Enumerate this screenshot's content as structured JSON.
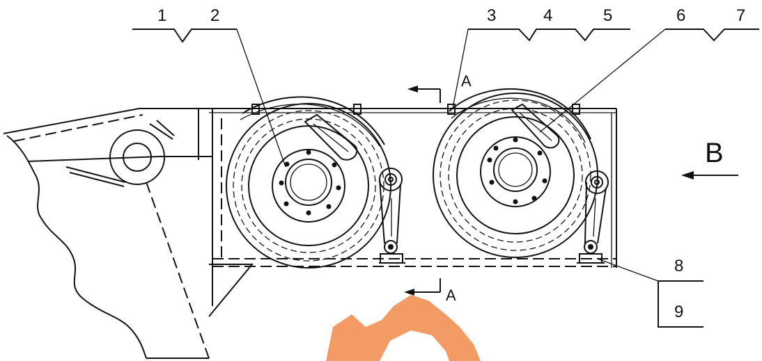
{
  "labels": {
    "l1": "1",
    "l2": "2",
    "l3": "3",
    "l4": "4",
    "l5": "5",
    "l6": "6",
    "l7": "7",
    "l8": "8",
    "l9": "9"
  },
  "section": {
    "a_top": "A",
    "a_bottom": "A"
  },
  "view": {
    "b": "B"
  },
  "colors": {
    "line": "#111111",
    "watermark": "#f28a4a"
  }
}
